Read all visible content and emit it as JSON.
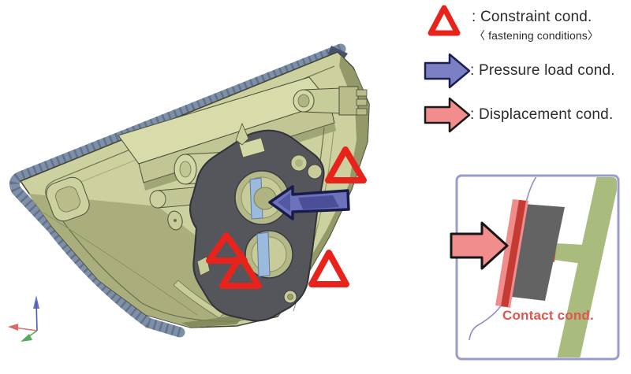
{
  "legend": {
    "items": [
      {
        "id": "constraint",
        "icon": "constraint-triangle-icon",
        "label": ": Constraint cond.",
        "sublabel": "〈 fastening conditions〉"
      },
      {
        "id": "pressure",
        "icon": "pressure-arrow-icon",
        "label": ": Pressure load cond."
      },
      {
        "id": "displacement",
        "icon": "displacement-arrow-icon",
        "label": ": Displacement cond."
      }
    ]
  },
  "inset": {
    "caption": "Contact cond.",
    "displacement_arrow_direction": "right"
  },
  "model_annotations": {
    "constraint_markers": [
      {
        "position": "upper-right"
      },
      {
        "position": "lower-left-upper"
      },
      {
        "position": "lower-left-lower"
      },
      {
        "position": "lower-right"
      }
    ],
    "pressure_arrow": {
      "direction": "left"
    }
  },
  "axis_triad": {
    "up_axis_color": "#4a5cc0",
    "left_axis_color": "#dd7070",
    "diag_axis_color": "#5aa85a"
  },
  "colors": {
    "constraint_red": "#e8231c",
    "pressure_fill": "#6d72bd",
    "pressure_fill_legend": "#7b80c5",
    "pressure_outline": "#191c4a",
    "displacement_fill": "#f28d8d",
    "displacement_outline": "#1a1a1a",
    "housing": "#cdd1a0",
    "rim": "#7e8fa8",
    "gasket": "#55565c",
    "bulb_blue": "#9cbade",
    "inset_border": "#9b9cce",
    "inset_green": "#a9bc7e",
    "inset_gray": "#636363",
    "contact_bar_red": "#c43b34",
    "contact_text": "#e2554e",
    "legend_text": "#2b2b2b"
  }
}
